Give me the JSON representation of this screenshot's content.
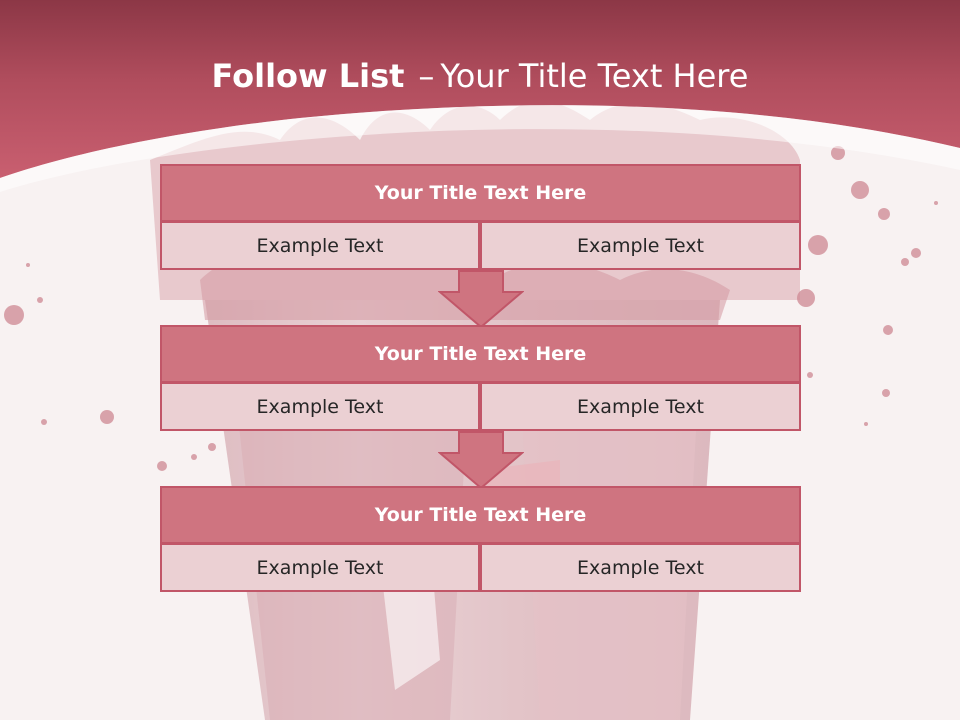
{
  "slide": {
    "title_bold": "Follow List",
    "title_dash": "–",
    "title_rest": "Your Title Text Here"
  },
  "blocks": [
    {
      "title": "Your Title Text Here",
      "left_text": "Example Text",
      "right_text": "Example Text"
    },
    {
      "title": "Your Title Text Here",
      "left_text": "Example Text",
      "right_text": "Example Text"
    },
    {
      "title": "Your Title Text Here",
      "left_text": "Example Text",
      "right_text": "Example Text"
    }
  ],
  "colors": {
    "header_band": "#c65a6b",
    "title_fill": "#cf7480",
    "cell_fill": "#ebd0d3",
    "border": "#c15668",
    "background": "#f8f2f2"
  }
}
